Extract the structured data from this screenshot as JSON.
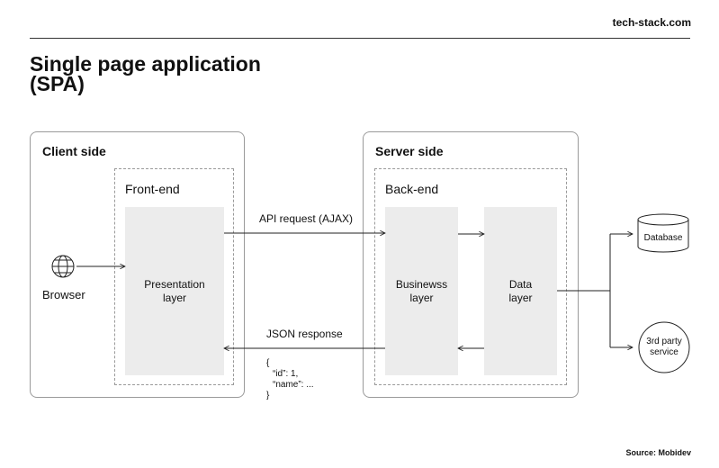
{
  "header": {
    "brand": "tech-stack.com"
  },
  "title": {
    "line1": "Single page application",
    "line2": "(SPA)"
  },
  "client": {
    "title": "Client side",
    "browser": {
      "label": "Browser",
      "icon": "globe-icon"
    },
    "frontend": {
      "title": "Front-end",
      "presentation": {
        "line1": "Presentation",
        "line2": "layer"
      }
    }
  },
  "server": {
    "title": "Server side",
    "backend": {
      "title": "Back-end",
      "business": {
        "line1": "Businewss",
        "line2": "layer"
      },
      "data": {
        "line1": "Data",
        "line2": "layer"
      }
    }
  },
  "arrows": {
    "request": "API request (AJAX)",
    "response": "JSON response",
    "json": {
      "l1": "{",
      "l2": "“id”: 1,",
      "l3": "“name”: ...",
      "l4": "}"
    }
  },
  "externals": {
    "database": {
      "label": "Database",
      "icon": "database-icon"
    },
    "thirdparty": {
      "line1": "3rd party",
      "line2": "service"
    }
  },
  "footer": {
    "source": "Source: Mobidev"
  }
}
